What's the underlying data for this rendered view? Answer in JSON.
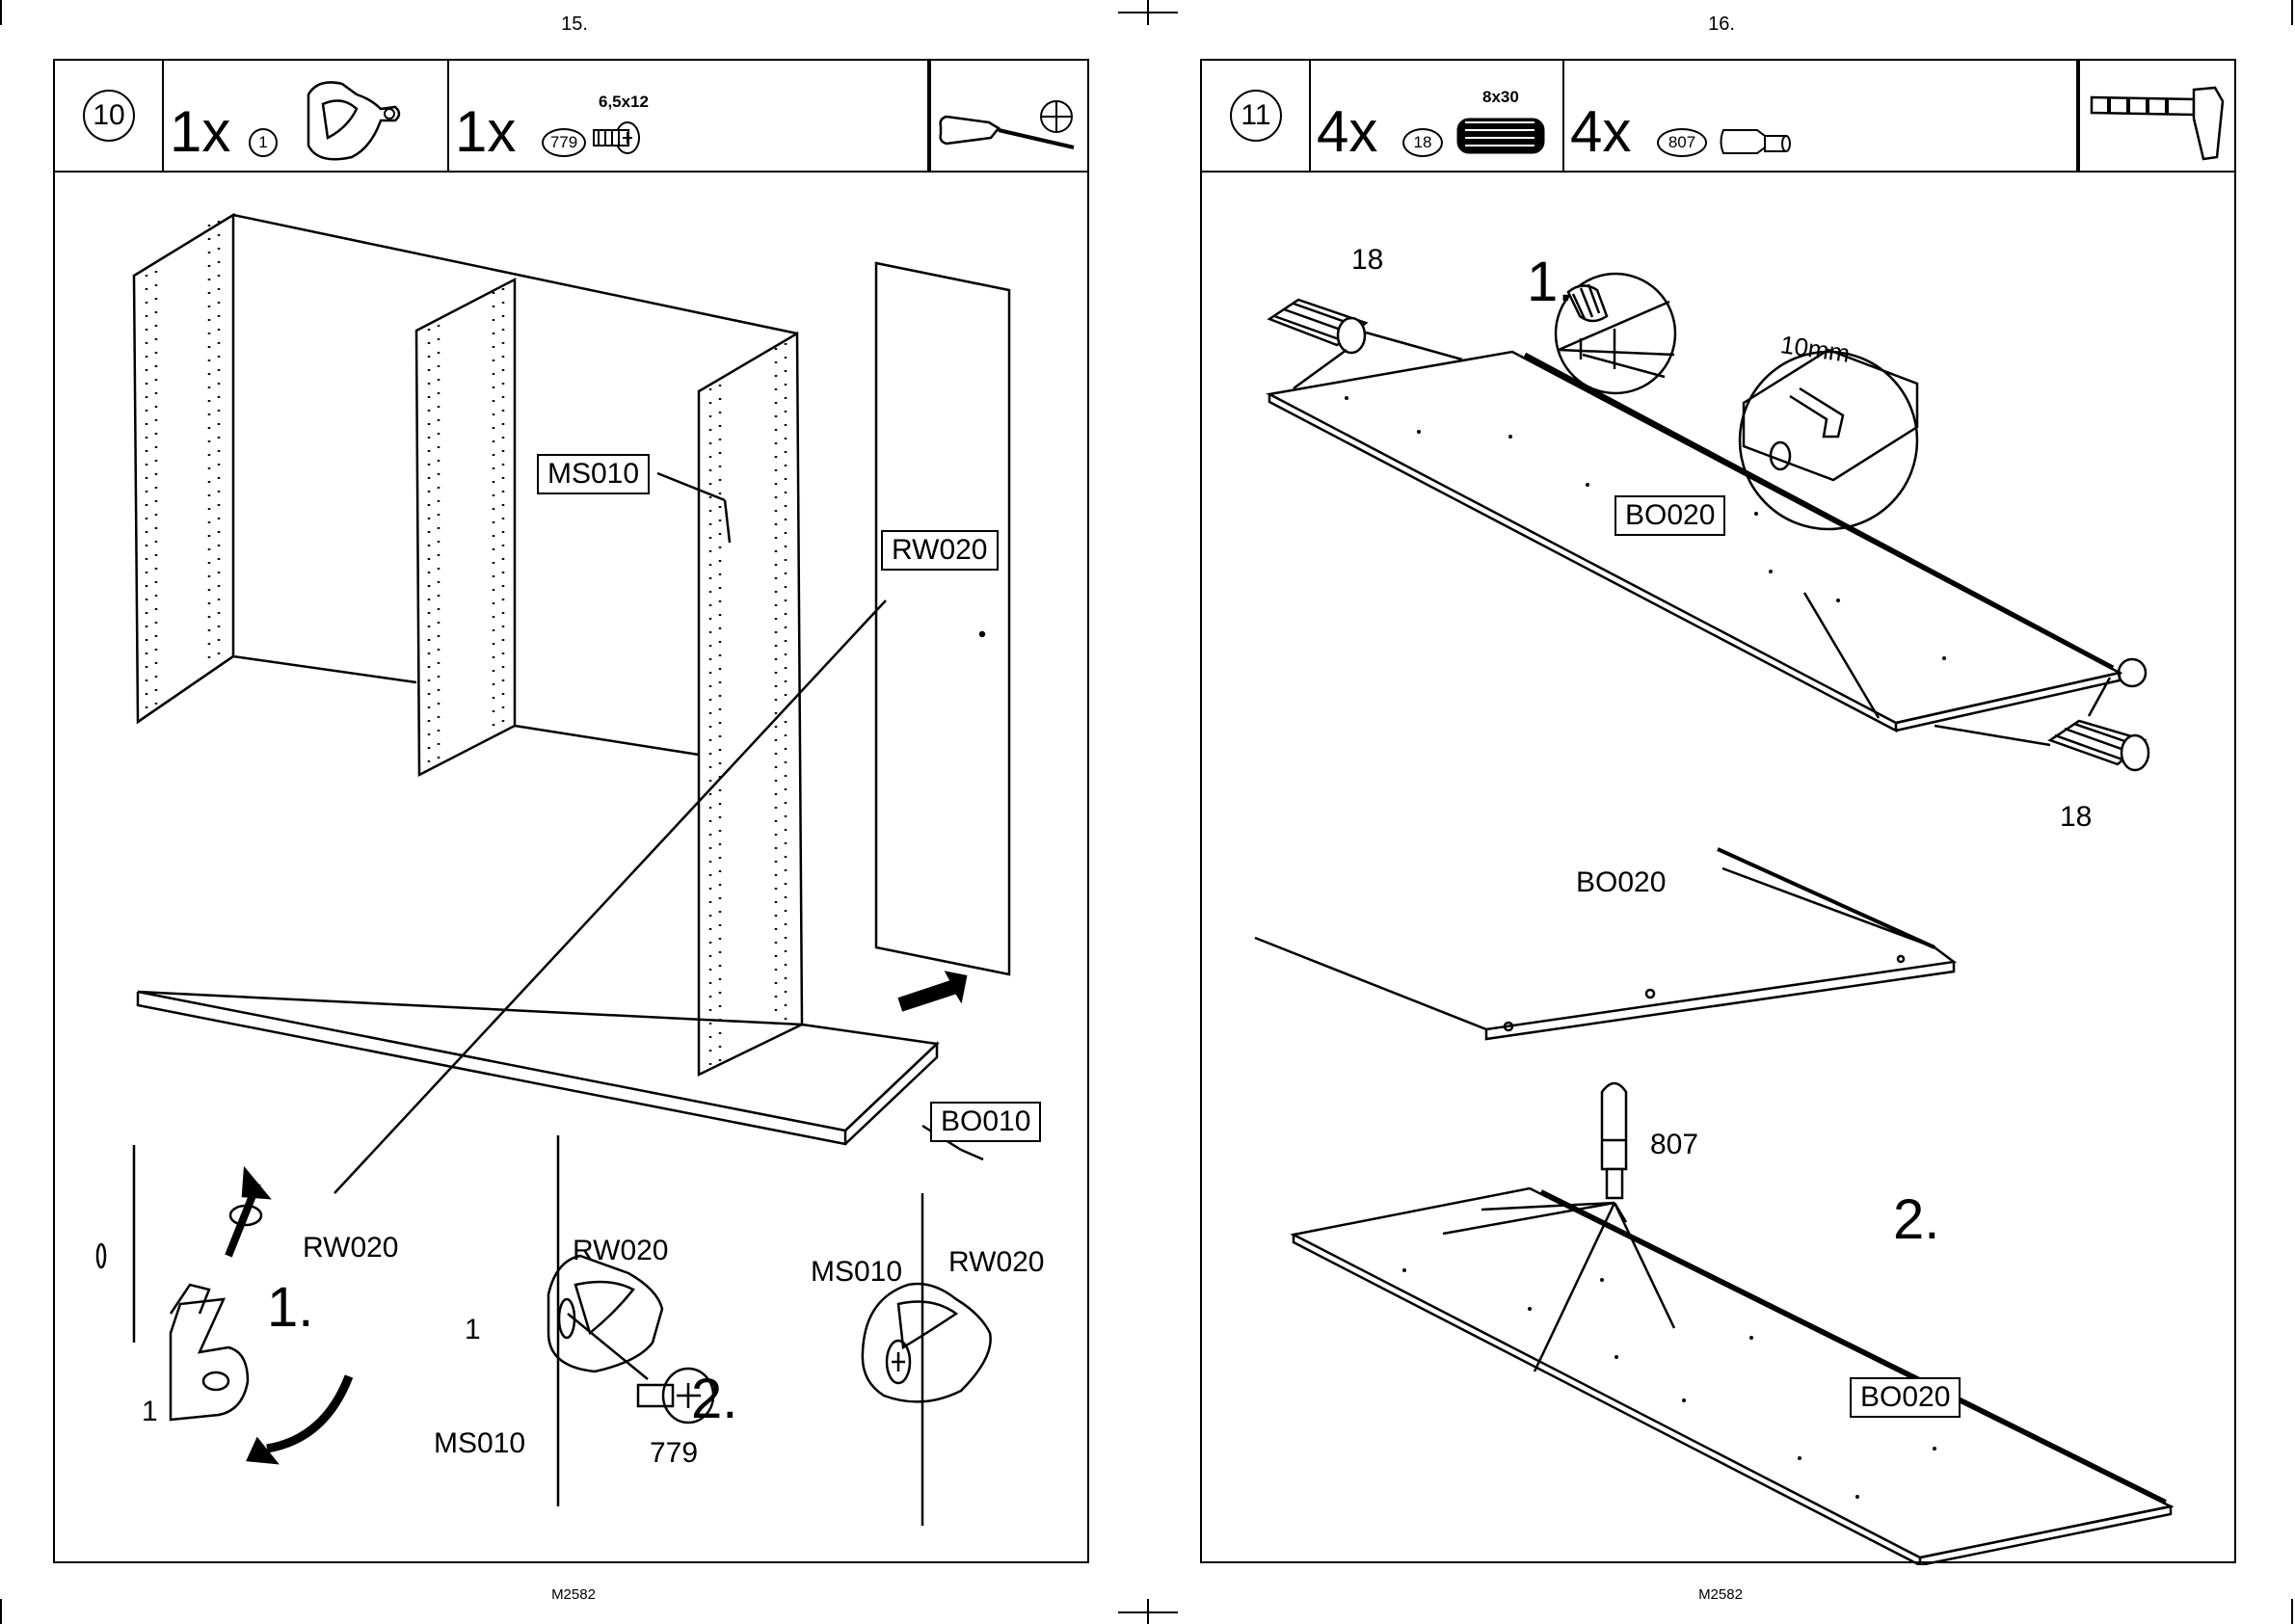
{
  "pages": [
    {
      "page_number": "15.",
      "footer": "M2582",
      "step": "10",
      "parts": [
        {
          "qty": "1x",
          "part_id": "1"
        },
        {
          "qty": "1x",
          "part_id": "779",
          "spec": "6,5x12"
        }
      ],
      "tool": "screwdriver-icon",
      "labels": {
        "ms010_box": "MS010",
        "rw020_box": "RW020",
        "bo010_box": "BO010",
        "rw020_a": "RW020",
        "rw020_b": "RW020",
        "rw020_c": "RW020",
        "ms010_a": "MS010",
        "ms010_b": "MS010",
        "part1_a": "1",
        "part1_b": "1",
        "screw779": "779",
        "sub1": "1.",
        "sub2": "2."
      }
    },
    {
      "page_number": "16.",
      "footer": "M2582",
      "step": "11",
      "parts": [
        {
          "qty": "4x",
          "part_id": "18",
          "spec": "8x30"
        },
        {
          "qty": "4x",
          "part_id": "807"
        }
      ],
      "tool": "hammer-icon",
      "labels": {
        "dowel_a": "18",
        "dowel_b": "18",
        "sub1": "1.",
        "sub2": "2.",
        "depth": "10mm",
        "bo020_box1": "BO020",
        "bo020_plain": "BO020",
        "bo020_box2": "BO020",
        "pin807": "807"
      }
    }
  ]
}
